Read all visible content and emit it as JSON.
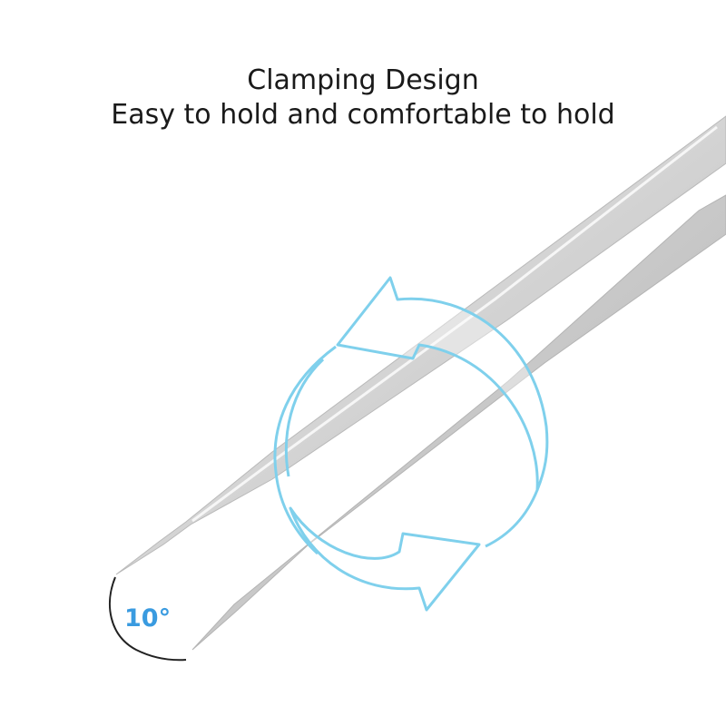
{
  "caption": {
    "title": "Clamping Design",
    "subtitle": "Easy to hold and comfortable to hold"
  },
  "angle": {
    "label": "10°",
    "color": "#3a9be0"
  },
  "colors": {
    "arrow": "#7fd0ec",
    "tweezer_light": "#e6e6e6",
    "tweezer_mid": "#c9c9c9",
    "tweezer_dark": "#a8a8a8",
    "arc": "#222222"
  },
  "icons": {
    "rotation": "rotate-arrows-icon"
  }
}
